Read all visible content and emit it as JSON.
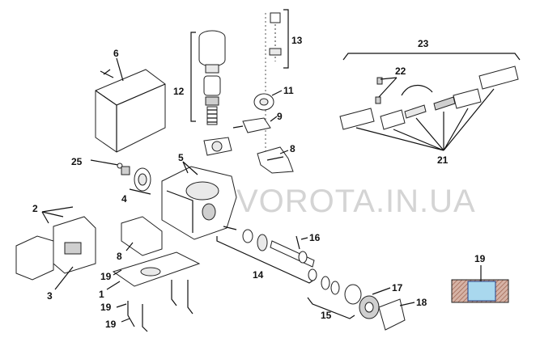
{
  "watermark": "VOROTA.IN.UA",
  "callouts": {
    "c1": "1",
    "c2": "2",
    "c3": "3",
    "c4": "4",
    "c5": "5",
    "c6": "6",
    "c8a": "8",
    "c8b": "8",
    "c9": "9",
    "c11": "11",
    "c12": "12",
    "c13": "13",
    "c14": "14",
    "c15": "15",
    "c16": "16",
    "c17": "17",
    "c18": "18",
    "c19a": "19",
    "c19b": "19",
    "c19c": "19",
    "c19d": "19",
    "c21": "21",
    "c22": "22",
    "c23": "23",
    "c25": "25"
  },
  "colors": {
    "line": "#111111",
    "part_fill": "#e9e9e9",
    "watermark": "#d4d4d4",
    "inset_hatch": "#b5816d",
    "inset_blue": "#a9d8ee"
  }
}
